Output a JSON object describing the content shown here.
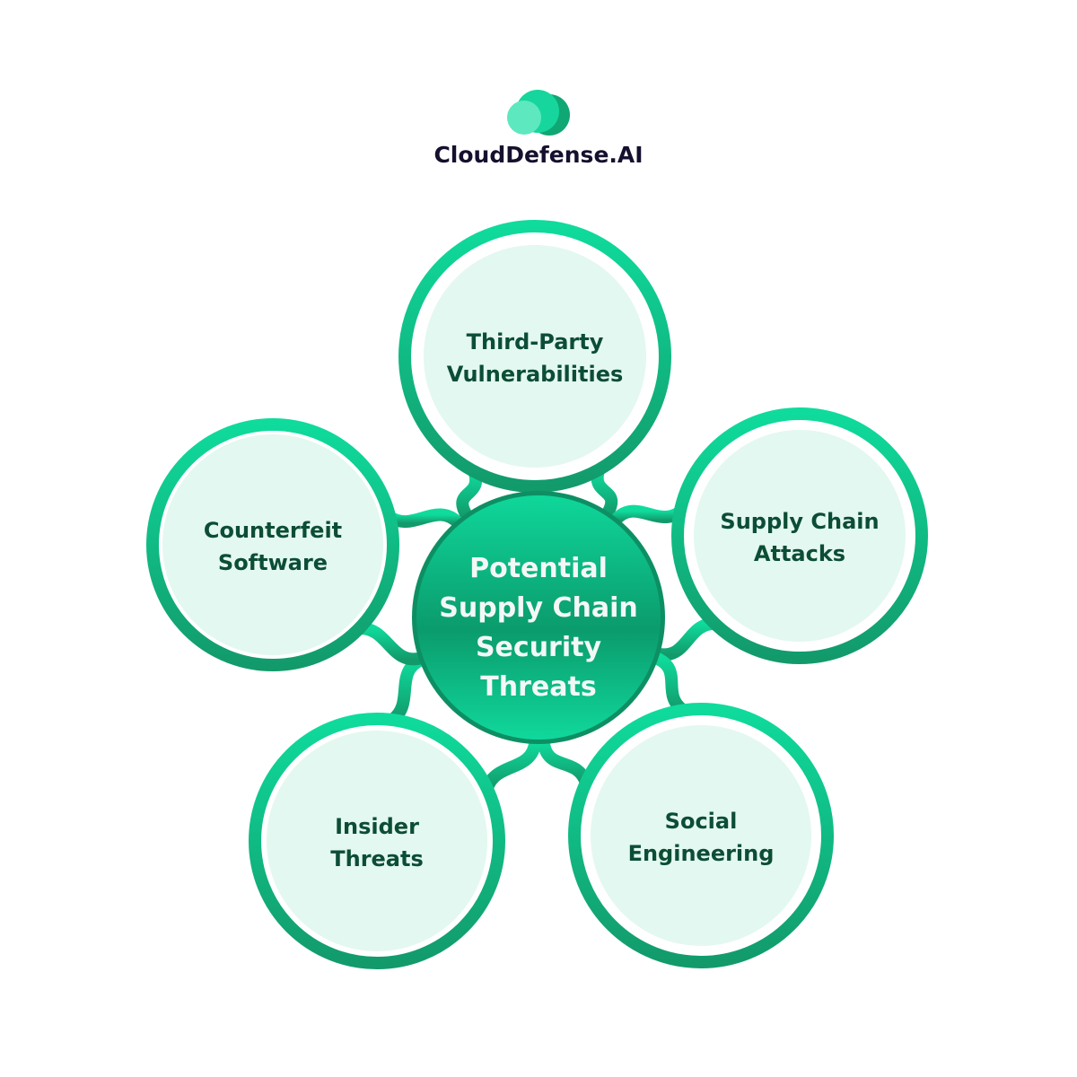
{
  "brand": {
    "name": "CloudDefense.AI",
    "logo_icon": "cloud-icon"
  },
  "colors": {
    "ring_light": "#0fdb9c",
    "ring_dark": "#12a16f",
    "petal_fill": "#e3f8f0",
    "text_dark": "#0c4d36",
    "center_text": "#f3f8f6"
  },
  "center": {
    "lines": [
      "Potential",
      "Supply Chain",
      "Security",
      "Threats"
    ]
  },
  "petals": [
    {
      "lines": [
        "Third-Party",
        "Vulnerabilities"
      ]
    },
    {
      "lines": [
        "Supply Chain",
        "Attacks"
      ]
    },
    {
      "lines": [
        "Social",
        "Engineering"
      ]
    },
    {
      "lines": [
        "Insider",
        "Threats"
      ]
    },
    {
      "lines": [
        "Counterfeit",
        "Software"
      ]
    }
  ]
}
